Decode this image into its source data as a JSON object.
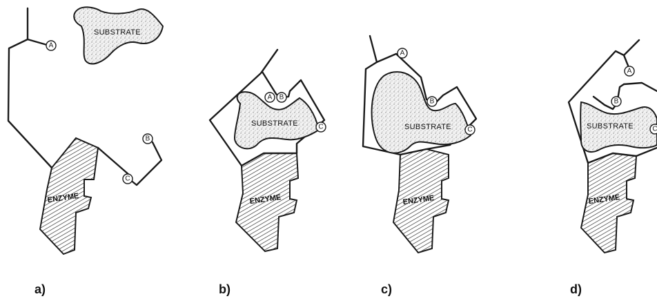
{
  "panels": [
    {
      "caption": "a)",
      "substrate_label": "SUBSTRATE",
      "enzyme_label": "ENZYME",
      "sites": [
        "A",
        "B",
        "C"
      ]
    },
    {
      "caption": "b)",
      "substrate_label": "SUBSTRATE",
      "enzyme_label": "ENZYME",
      "sites": [
        "A",
        "B",
        "C"
      ]
    },
    {
      "caption": "c)",
      "substrate_label": "SUBSTRATE",
      "enzyme_label": "ENZYME",
      "sites": [
        "A",
        "B",
        "C"
      ]
    },
    {
      "caption": "d)",
      "substrate_label": "SUBSTRATE",
      "enzyme_label": "ENZYME",
      "sites": [
        "A",
        "B",
        "C"
      ]
    }
  ]
}
